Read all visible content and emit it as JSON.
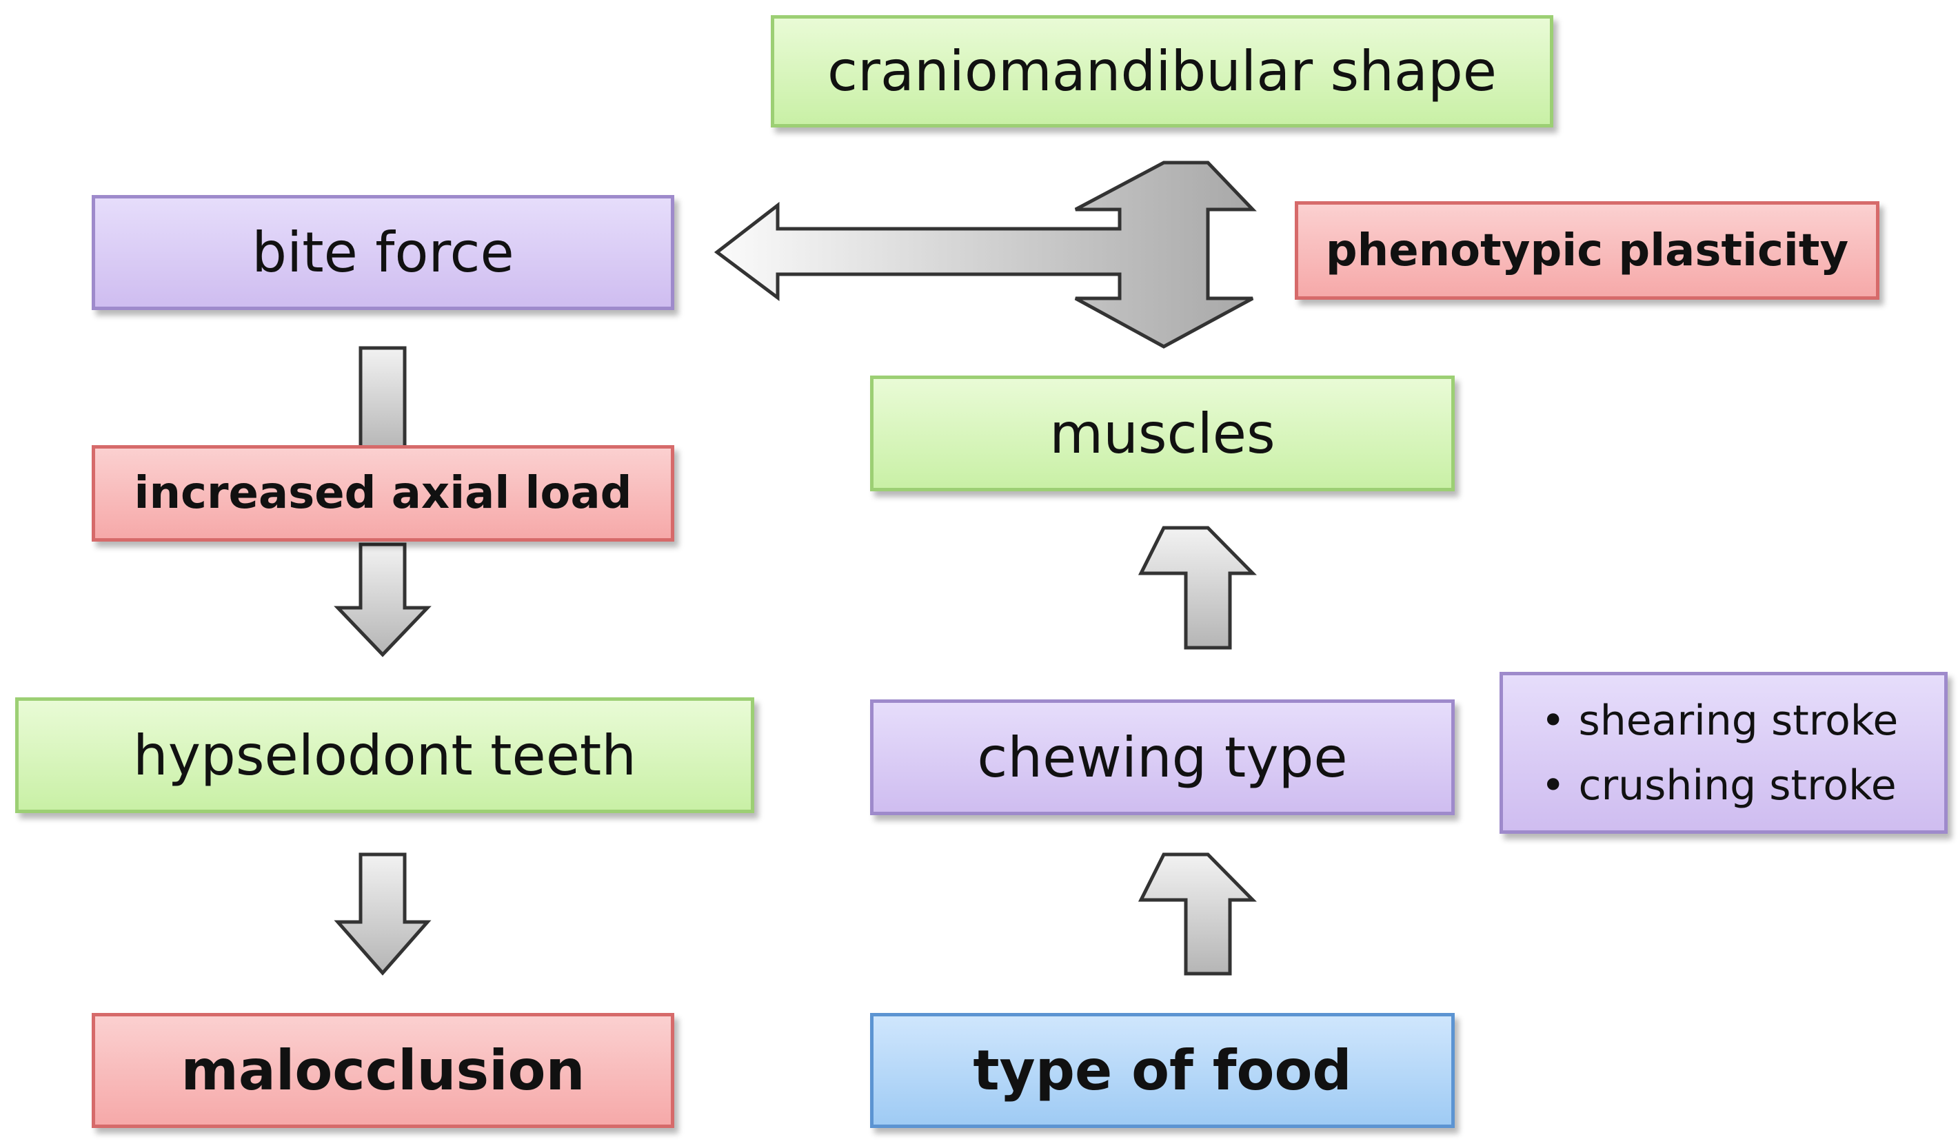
{
  "boxes": {
    "craniomandibular": "craniomandibular shape",
    "bite_force": "bite force",
    "phenotypic_plasticity": "phenotypic plasticity",
    "muscles": "muscles",
    "increased_axial_load": "increased axial load",
    "hypselodont_teeth": "hypselodont teeth",
    "chewing_type": "chewing type",
    "chewing_strokes": [
      "shearing stroke",
      "crushing stroke"
    ],
    "malocclusion": "malocclusion",
    "type_of_food": "type of food"
  },
  "colors": {
    "green_fill": "#d6f5b9",
    "green_border": "#9ccf74",
    "purple_fill": "#dacdf5",
    "purple_border": "#9e8acb",
    "red_fill": "#f8bcbc",
    "red_border": "#d66a6a",
    "blue_fill": "#b7d8f8",
    "blue_border": "#5c94d2",
    "arrow_fill": "#d4d4d4",
    "arrow_stroke": "#333333"
  }
}
